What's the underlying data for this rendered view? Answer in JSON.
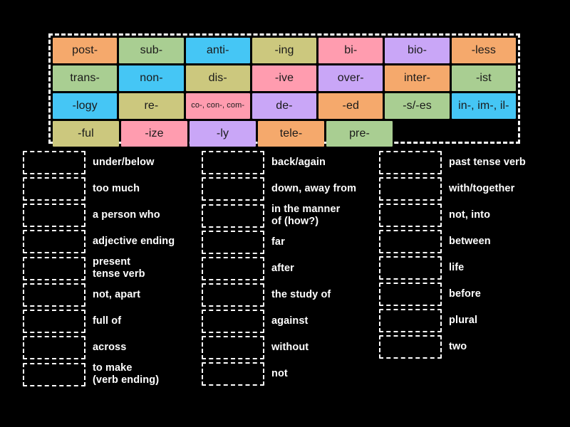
{
  "activity": {
    "type": "match-up-drag-and-drop",
    "colors": {
      "orange": "#F5A96C",
      "green": "#A9CE92",
      "blue": "#45C6F5",
      "khaki": "#CCC87E",
      "pink": "#FF9CAF",
      "purple": "#C9A6F7",
      "background": "#000000",
      "outline": "#FFFFFF",
      "tile_text": "#1A1A1A",
      "label_text": "#FFFFFF"
    }
  },
  "tile_bank": {
    "rows": [
      [
        {
          "label": "post-",
          "color": "#F5A96C"
        },
        {
          "label": "sub-",
          "color": "#A9CE92"
        },
        {
          "label": "anti-",
          "color": "#45C6F5"
        },
        {
          "label": "-ing",
          "color": "#CCC87E"
        },
        {
          "label": "bi-",
          "color": "#FF9CAF"
        },
        {
          "label": "bio-",
          "color": "#C9A6F7"
        },
        {
          "label": "-less",
          "color": "#F5A96C"
        }
      ],
      [
        {
          "label": "trans-",
          "color": "#A9CE92"
        },
        {
          "label": "non-",
          "color": "#45C6F5"
        },
        {
          "label": "dis-",
          "color": "#CCC87E"
        },
        {
          "label": "-ive",
          "color": "#FF9CAF"
        },
        {
          "label": "over-",
          "color": "#C9A6F7"
        },
        {
          "label": "inter-",
          "color": "#F5A96C"
        },
        {
          "label": "-ist",
          "color": "#A9CE92"
        }
      ],
      [
        {
          "label": "-logy",
          "color": "#45C6F5"
        },
        {
          "label": "re-",
          "color": "#CCC87E"
        },
        {
          "label": "co-, con-,\ncom-",
          "color": "#FF9CAF",
          "two_line": true
        },
        {
          "label": "de-",
          "color": "#C9A6F7"
        },
        {
          "label": "-ed",
          "color": "#F5A96C"
        },
        {
          "label": "-s/-es",
          "color": "#A9CE92"
        },
        {
          "label": "in-, im-, il-",
          "color": "#45C6F5"
        }
      ],
      [
        {
          "label": "-ful",
          "color": "#CCC87E"
        },
        {
          "label": "-ize",
          "color": "#FF9CAF"
        },
        {
          "label": "-ly",
          "color": "#C9A6F7"
        },
        {
          "label": "tele-",
          "color": "#F5A96C"
        },
        {
          "label": "pre-",
          "color": "#A9CE92"
        }
      ]
    ]
  },
  "answers": {
    "column_1": [
      {
        "label": "under/below"
      },
      {
        "label": "too much"
      },
      {
        "label": "a person who"
      },
      {
        "label": "adjective ending"
      },
      {
        "label": "present\ntense verb"
      },
      {
        "label": "not, apart"
      },
      {
        "label": "full of"
      },
      {
        "label": "across"
      },
      {
        "label": "to make\n(verb ending)"
      }
    ],
    "column_2": [
      {
        "label": "back/again"
      },
      {
        "label": "down, away from"
      },
      {
        "label": "in the manner\nof (how?)"
      },
      {
        "label": "far"
      },
      {
        "label": "after"
      },
      {
        "label": "the study of"
      },
      {
        "label": "against"
      },
      {
        "label": "without"
      },
      {
        "label": "not"
      }
    ],
    "column_3": [
      {
        "label": "past tense verb"
      },
      {
        "label": "with/together"
      },
      {
        "label": "not, into"
      },
      {
        "label": "between"
      },
      {
        "label": "life"
      },
      {
        "label": "before"
      },
      {
        "label": "plural"
      },
      {
        "label": "two"
      }
    ]
  }
}
